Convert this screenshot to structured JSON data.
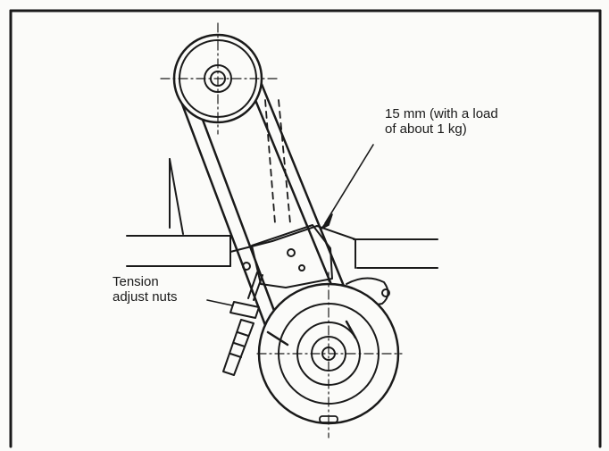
{
  "annotations": {
    "deflection_line1": "15 mm (with a load",
    "deflection_line2": "of about 1 kg)",
    "tension_line1": "Tension",
    "tension_line2": "adjust nuts"
  },
  "colors": {
    "ink": "#1a1a1a",
    "paper": "#fbfbf9"
  }
}
